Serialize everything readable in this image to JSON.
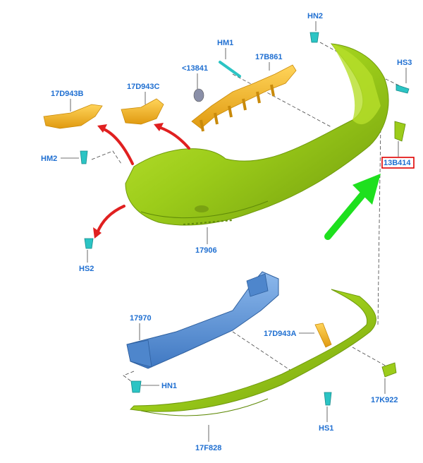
{
  "colors": {
    "label": "#1f6fd1",
    "bumper_green": "#9ccc1a",
    "bracket_yellow": "#f2b51c",
    "beam_blue": "#5a93d6",
    "fastener_cyan": "#2bc4c4",
    "arrow_red": "#e02020",
    "arrow_green": "#1ee01e",
    "highlight_box": "#e00000"
  },
  "labels": {
    "hn2": "HN2",
    "hm1": "HM1",
    "l13841": "<13841",
    "l17b861": "17B861",
    "hs3": "HS3",
    "l17d943b": "17D943B",
    "l17d943c": "17D943C",
    "hm2": "HM2",
    "l13b414": "13B414",
    "l17906": "17906",
    "hs2": "HS2",
    "l17970": "17970",
    "l17d943a": "17D943A",
    "hn1": "HN1",
    "l17k922": "17K922",
    "hs1": "HS1",
    "l17f828": "17F828"
  },
  "highlighted_part": "13B414"
}
